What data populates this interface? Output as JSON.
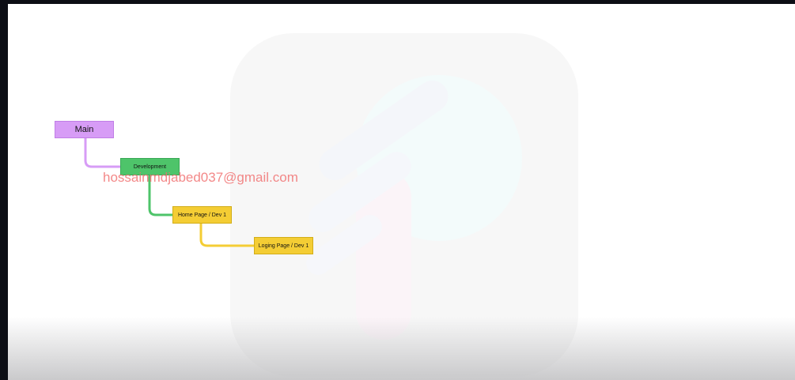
{
  "colors": {
    "frame_background": "#0c0e15",
    "canvas_background": "#ffffff",
    "main_node": "#d79cf6",
    "development_node": "#4ec46a",
    "page_node": "#f4cd34",
    "main_connector": "#d79cf6",
    "development_connector": "#4ec46a",
    "page_connector": "#f4cd34",
    "email_watermark": "#f06e6e"
  },
  "nodes": {
    "main": "Main",
    "development": "Development",
    "home_page": "Home Page / Dev 1",
    "login_page": "Loging Page / Dev 1"
  },
  "watermark": {
    "email": "hossainmdjabed037@gmail.com",
    "logo_icon": "rocket-app-logo-icon"
  }
}
